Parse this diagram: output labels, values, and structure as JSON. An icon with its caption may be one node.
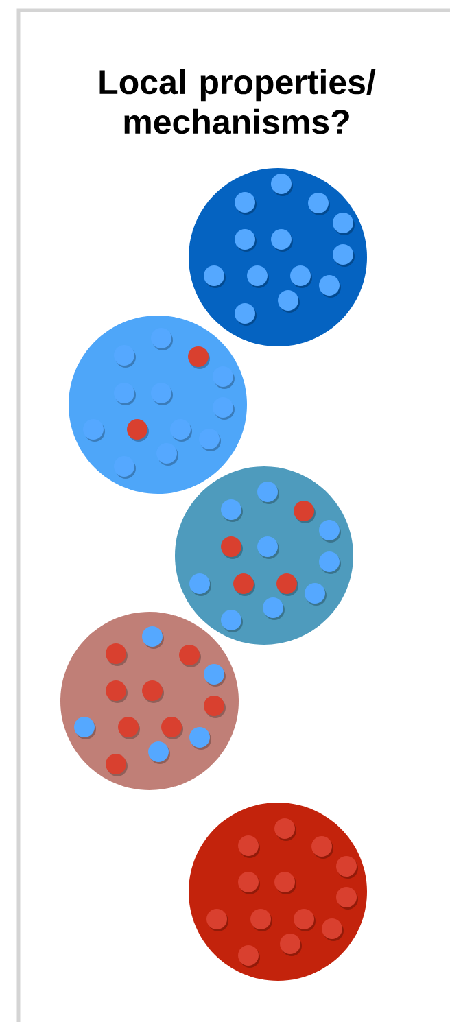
{
  "diagram": {
    "title": "Local properties/ mechanisms?",
    "nodes": [
      {
        "text": [],
        "shape": "circle"
      },
      {
        "text": [],
        "shape": "circle"
      },
      {
        "text": [],
        "shape": "circle"
      },
      {
        "text": [],
        "shape": "circle"
      },
      {
        "text": [],
        "shape": "circle"
      }
    ]
  }
}
